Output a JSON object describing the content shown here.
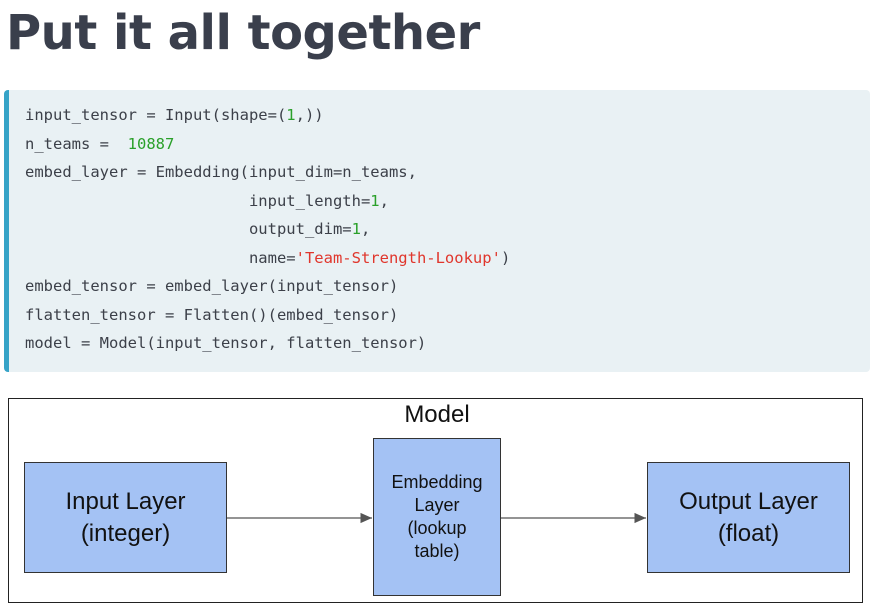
{
  "slide": {
    "title": "Put it all together"
  },
  "code": {
    "lines": [
      [
        {
          "t": "input_tensor = Input(shape=("
        },
        {
          "t": "1",
          "c": "num"
        },
        {
          "t": ",))"
        }
      ],
      [
        {
          "t": "n_teams =  "
        },
        {
          "t": "10887",
          "c": "num"
        }
      ],
      [
        {
          "t": "embed_layer = Embedding(input_dim=n_teams,"
        }
      ],
      [
        {
          "t": "                        input_length="
        },
        {
          "t": "1",
          "c": "num"
        },
        {
          "t": ","
        }
      ],
      [
        {
          "t": "                        output_dim="
        },
        {
          "t": "1",
          "c": "num"
        },
        {
          "t": ","
        }
      ],
      [
        {
          "t": "                        name="
        },
        {
          "t": "'Team-Strength-Lookup'",
          "c": "str"
        },
        {
          "t": ")"
        }
      ],
      [
        {
          "t": "embed_tensor = embed_layer(input_tensor)"
        }
      ],
      [
        {
          "t": "flatten_tensor = Flatten()(embed_tensor)"
        }
      ],
      [
        {
          "t": "model = Model(input_tensor, flatten_tensor)"
        }
      ]
    ]
  },
  "diagram": {
    "model_label": "Model",
    "input_box": "Input Layer\n(integer)",
    "embedding_box": "Embedding\nLayer\n(lookup\ntable)",
    "output_box": "Output Layer\n(float)"
  },
  "colors": {
    "code_background": "#e9f1f4",
    "code_accent": "#36a3c7",
    "number": "#2aa02a",
    "string": "#e0362c",
    "box_fill": "#a4c2f4"
  }
}
